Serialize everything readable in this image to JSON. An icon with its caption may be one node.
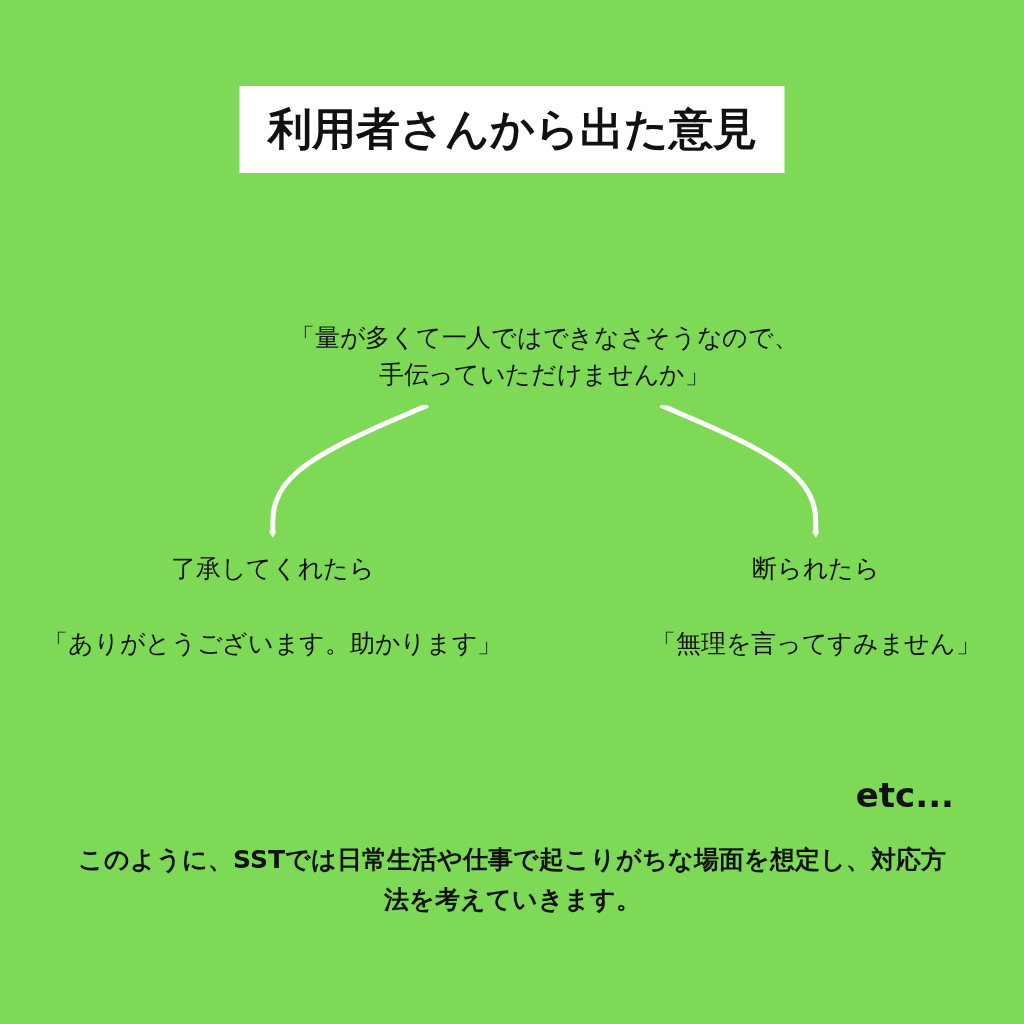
{
  "diagram": {
    "title": "利用者さんから出た意見",
    "caption": "このように、SSTでは日常生活や仕事で起こりがちな場面を想定し、対応方法を考えていきます。",
    "nodes": [
      {
        "text": [
          "「量が多くて一人ではできなさそうなので、手伝っていただけませんか」"
        ]
      },
      {
        "text": [
          "了承してくれたら",
          "「ありがとうございます。助かります」"
        ]
      },
      {
        "text": [
          "断られたら",
          "「無理を言ってすみません」"
        ]
      }
    ],
    "edges": [
      {
        "from": 0,
        "to": 1,
        "arrow": "to"
      },
      {
        "from": 0,
        "to": 2,
        "arrow": "to"
      }
    ],
    "labels": [
      "etc..."
    ]
  }
}
